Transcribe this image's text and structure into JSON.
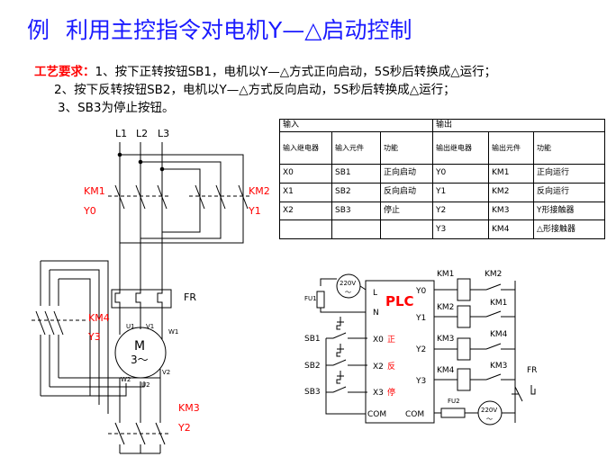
{
  "title": {
    "prefix": "例",
    "text": "利用主控指令对电机Y—△启动控制"
  },
  "requirements": {
    "label": "工艺要求：",
    "line1": "1、按下正转按钮SB1，电机以Y—△方式正向启动，5S秒后转换成△运行；",
    "line2": "2、按下反转按钮SB2，电机以Y—△方式反向启动，5S秒后转换成△运行；",
    "line3": "3、SB3为停止按钮。"
  },
  "io_table": {
    "group_in": "输入",
    "group_out": "输出",
    "headers": [
      "输入继电器",
      "输入元件",
      "功能",
      "输出继电器",
      "输出元件",
      "功能"
    ],
    "rows": [
      [
        "X0",
        "SB1",
        "正向启动",
        "Y0",
        "KM1",
        "正向运行"
      ],
      [
        "X1",
        "SB2",
        "反向启动",
        "Y1",
        "KM2",
        "反向运行"
      ],
      [
        "X2",
        "SB3",
        "停止",
        "Y2",
        "KM3",
        "Y形接触器"
      ],
      [
        "",
        "",
        "",
        "Y3",
        "KM4",
        "△形接触器"
      ]
    ]
  },
  "main_circuit": {
    "phases": [
      "L1",
      "L2",
      "L3"
    ],
    "km1": "KM1",
    "y0": "Y0",
    "km2": "KM2",
    "y1": "Y1",
    "km4": "KM4",
    "y3": "Y3",
    "fr": "FR",
    "motor": "M",
    "motor_sub": "3～",
    "u1": "U1",
    "v1": "V1",
    "w1": "W1",
    "u2": "U2",
    "v2": "V2",
    "w2": "W2",
    "km3": "KM3",
    "y2": "Y2"
  },
  "plc": {
    "title": "PLC",
    "supply": "220V",
    "supply_sub": "～",
    "fu1": "FU1",
    "fu2": "FU2",
    "l": "L",
    "n": "N",
    "inputs": [
      {
        "button": "SB1",
        "terminal": "X0",
        "func": "正"
      },
      {
        "button": "SB2",
        "terminal": "X2",
        "func": "反"
      },
      {
        "button": "SB3",
        "terminal": "X3",
        "func": "停"
      }
    ],
    "outputs": [
      "Y0",
      "Y1",
      "Y2",
      "Y3"
    ],
    "com_left": "COM",
    "com_right": "COM",
    "coils": [
      "KM1",
      "KM2",
      "KM3",
      "KM4"
    ],
    "interlocks": [
      "KM2",
      "KM1",
      "KM4",
      "KM3"
    ],
    "fr": "FR"
  },
  "colors": {
    "title": "#1a1aff",
    "accent": "#ff0000",
    "line": "#000000"
  }
}
